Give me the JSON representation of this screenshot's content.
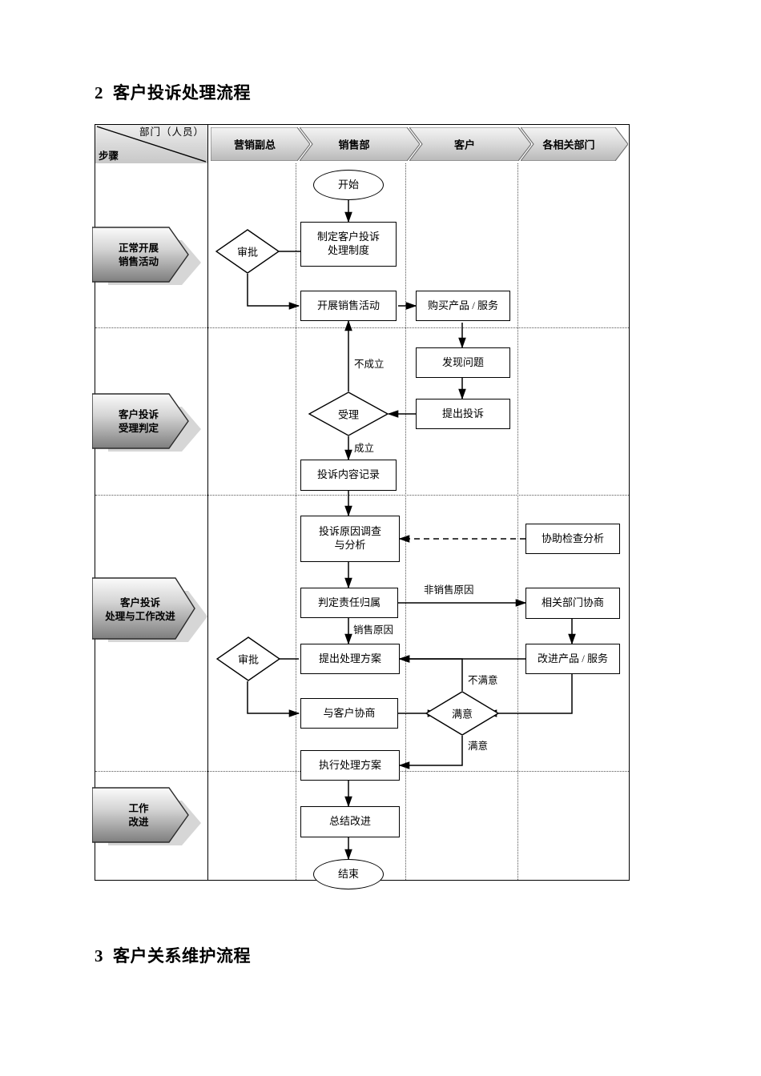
{
  "headings": {
    "h2_num": "2",
    "h2_text": "客户投诉处理流程",
    "h3_num": "3",
    "h3_text": "客户关系维护流程"
  },
  "chart_header": {
    "corner_dept": "部门（人员）",
    "corner_step": "步骤",
    "lanes": [
      {
        "label": "营销副总"
      },
      {
        "label": "销售部"
      },
      {
        "label": "客户"
      },
      {
        "label": "各相关部门"
      }
    ]
  },
  "stages": [
    {
      "label": "正常开展\n销售活动"
    },
    {
      "label": "客户投诉\n受理判定"
    },
    {
      "label": "客户投诉\n处理与工作改进"
    },
    {
      "label": "工作\n改进"
    }
  ],
  "nodes": {
    "start": "开始",
    "make_policy": "制定客户投诉\n处理制度",
    "approve1": "审批",
    "do_sales": "开展销售活动",
    "buy_product": "购买产品 / 服务",
    "find_problem": "发现问题",
    "raise_complaint": "提出投诉",
    "accept": "受理",
    "record_complaint": "投诉内容记录",
    "investigate": "投诉原因调查\n与分析",
    "assist_check": "协助检查分析",
    "judge_duty": "判定责任归属",
    "dept_consult": "相关部门协商",
    "improve_product": "改进产品 / 服务",
    "approve2": "审批",
    "propose_plan": "提出处理方案",
    "negotiate": "与客户协商",
    "satisfied": "满意",
    "execute_plan": "执行处理方案",
    "summary": "总结改进",
    "end": "结束"
  },
  "edge_labels": {
    "not_established": "不成立",
    "established": "成立",
    "non_sales_reason": "非销售原因",
    "sales_reason": "销售原因",
    "dissatisfied": "不满意",
    "satisfied_out": "满意"
  },
  "chart_data": {
    "type": "diagram",
    "title": "客户投诉处理流程",
    "lanes": [
      "营销副总",
      "销售部",
      "客户",
      "各相关部门"
    ],
    "phases": [
      "正常开展销售活动",
      "客户投诉受理判定",
      "客户投诉处理与工作改进",
      "工作改进"
    ],
    "steps": [
      {
        "id": "start",
        "label": "开始",
        "shape": "terminator",
        "lane": "销售部",
        "phase": "正常开展销售活动"
      },
      {
        "id": "make_policy",
        "label": "制定客户投诉处理制度",
        "shape": "process",
        "lane": "销售部",
        "phase": "正常开展销售活动"
      },
      {
        "id": "approve1",
        "label": "审批",
        "shape": "decision",
        "lane": "营销副总",
        "phase": "正常开展销售活动"
      },
      {
        "id": "do_sales",
        "label": "开展销售活动",
        "shape": "process",
        "lane": "销售部",
        "phase": "正常开展销售活动"
      },
      {
        "id": "buy_product",
        "label": "购买产品 / 服务",
        "shape": "process",
        "lane": "客户",
        "phase": "正常开展销售活动"
      },
      {
        "id": "find_problem",
        "label": "发现问题",
        "shape": "process",
        "lane": "客户",
        "phase": "客户投诉受理判定"
      },
      {
        "id": "raise_complaint",
        "label": "提出投诉",
        "shape": "process",
        "lane": "客户",
        "phase": "客户投诉受理判定"
      },
      {
        "id": "accept",
        "label": "受理",
        "shape": "decision",
        "lane": "销售部",
        "phase": "客户投诉受理判定"
      },
      {
        "id": "record_complaint",
        "label": "投诉内容记录",
        "shape": "process",
        "lane": "销售部",
        "phase": "客户投诉受理判定"
      },
      {
        "id": "investigate",
        "label": "投诉原因调查与分析",
        "shape": "process",
        "lane": "销售部",
        "phase": "客户投诉处理与工作改进"
      },
      {
        "id": "assist_check",
        "label": "协助检查分析",
        "shape": "process",
        "lane": "各相关部门",
        "phase": "客户投诉处理与工作改进"
      },
      {
        "id": "judge_duty",
        "label": "判定责任归属",
        "shape": "process",
        "lane": "销售部",
        "phase": "客户投诉处理与工作改进"
      },
      {
        "id": "dept_consult",
        "label": "相关部门协商",
        "shape": "process",
        "lane": "各相关部门",
        "phase": "客户投诉处理与工作改进"
      },
      {
        "id": "improve_product",
        "label": "改进产品 / 服务",
        "shape": "process",
        "lane": "各相关部门",
        "phase": "客户投诉处理与工作改进"
      },
      {
        "id": "approve2",
        "label": "审批",
        "shape": "decision",
        "lane": "营销副总",
        "phase": "客户投诉处理与工作改进"
      },
      {
        "id": "propose_plan",
        "label": "提出处理方案",
        "shape": "process",
        "lane": "销售部",
        "phase": "客户投诉处理与工作改进"
      },
      {
        "id": "negotiate",
        "label": "与客户协商",
        "shape": "process",
        "lane": "销售部",
        "phase": "客户投诉处理与工作改进"
      },
      {
        "id": "satisfied",
        "label": "满意",
        "shape": "decision",
        "lane": "客户",
        "phase": "客户投诉处理与工作改进"
      },
      {
        "id": "execute_plan",
        "label": "执行处理方案",
        "shape": "process",
        "lane": "销售部",
        "phase": "客户投诉处理与工作改进"
      },
      {
        "id": "summary",
        "label": "总结改进",
        "shape": "process",
        "lane": "销售部",
        "phase": "工作改进"
      },
      {
        "id": "end",
        "label": "结束",
        "shape": "terminator",
        "lane": "销售部",
        "phase": "工作改进"
      }
    ],
    "edges": [
      {
        "from": "start",
        "to": "make_policy",
        "label": "",
        "style": "solid"
      },
      {
        "from": "make_policy",
        "to": "approve1",
        "label": "",
        "style": "solid"
      },
      {
        "from": "approve1",
        "to": "do_sales",
        "label": "",
        "style": "solid"
      },
      {
        "from": "do_sales",
        "to": "buy_product",
        "label": "",
        "style": "solid"
      },
      {
        "from": "buy_product",
        "to": "find_problem",
        "label": "",
        "style": "solid"
      },
      {
        "from": "find_problem",
        "to": "raise_complaint",
        "label": "",
        "style": "solid"
      },
      {
        "from": "raise_complaint",
        "to": "accept",
        "label": "",
        "style": "solid"
      },
      {
        "from": "accept",
        "to": "do_sales",
        "label": "不成立",
        "style": "solid"
      },
      {
        "from": "accept",
        "to": "record_complaint",
        "label": "成立",
        "style": "solid"
      },
      {
        "from": "record_complaint",
        "to": "investigate",
        "label": "",
        "style": "solid"
      },
      {
        "from": "assist_check",
        "to": "investigate",
        "label": "",
        "style": "dashed"
      },
      {
        "from": "investigate",
        "to": "judge_duty",
        "label": "",
        "style": "solid"
      },
      {
        "from": "judge_duty",
        "to": "dept_consult",
        "label": "非销售原因",
        "style": "solid"
      },
      {
        "from": "judge_duty",
        "to": "propose_plan",
        "label": "销售原因",
        "style": "solid"
      },
      {
        "from": "dept_consult",
        "to": "improve_product",
        "label": "",
        "style": "solid"
      },
      {
        "from": "improve_product",
        "to": "propose_plan",
        "label": "",
        "style": "solid"
      },
      {
        "from": "improve_product",
        "to": "satisfied",
        "label": "",
        "style": "solid"
      },
      {
        "from": "propose_plan",
        "to": "approve2",
        "label": "",
        "style": "solid"
      },
      {
        "from": "approve2",
        "to": "negotiate",
        "label": "",
        "style": "solid"
      },
      {
        "from": "negotiate",
        "to": "satisfied",
        "label": "",
        "style": "solid"
      },
      {
        "from": "satisfied",
        "to": "propose_plan",
        "label": "不满意",
        "style": "solid"
      },
      {
        "from": "satisfied",
        "to": "execute_plan",
        "label": "满意",
        "style": "solid"
      },
      {
        "from": "execute_plan",
        "to": "summary",
        "label": "",
        "style": "solid"
      },
      {
        "from": "summary",
        "to": "end",
        "label": "",
        "style": "solid"
      }
    ]
  }
}
